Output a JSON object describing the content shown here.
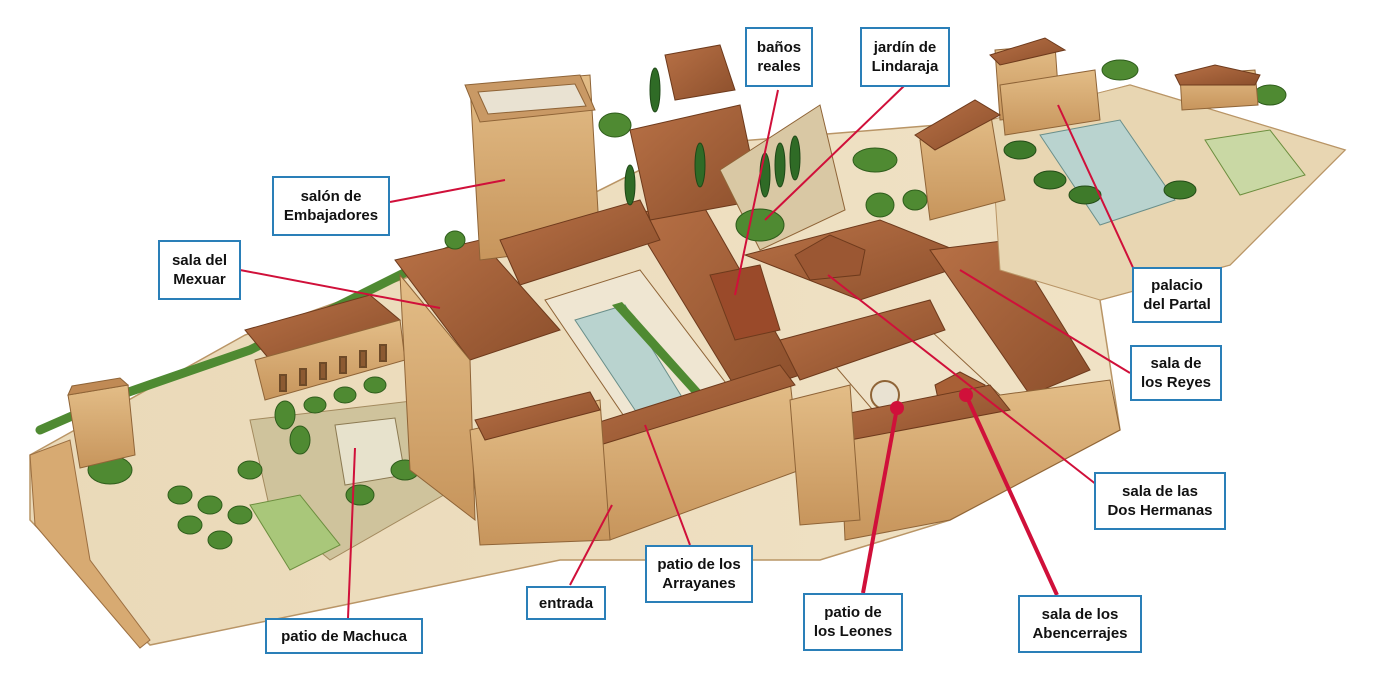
{
  "colors": {
    "label_border": "#2a7fb8",
    "leader_line": "#d0103a",
    "wall": "#d9b07a",
    "roof": "#a8643c",
    "garden": "#5e9a3a",
    "pool": "#b9d3cf"
  },
  "labels": {
    "banos_reales": "baños\nreales",
    "jardin_lindaraja": "jardín de\nLindaraja",
    "salon_embajadores": "salón de\nEmbajadores",
    "sala_mexuar": "sala del\nMexuar",
    "palacio_partal": "palacio\ndel Partal",
    "sala_reyes": "sala de\nlos Reyes",
    "sala_dos_hermanas": "sala de las\nDos Hermanas",
    "patio_arrayanes": "patio de los\nArrayanes",
    "entrada": "entrada",
    "patio_machuca": "patio de Machuca",
    "patio_leones": "patio de\nlos Leones",
    "sala_abencerrajes": "sala de los\nAbencerrajes"
  }
}
